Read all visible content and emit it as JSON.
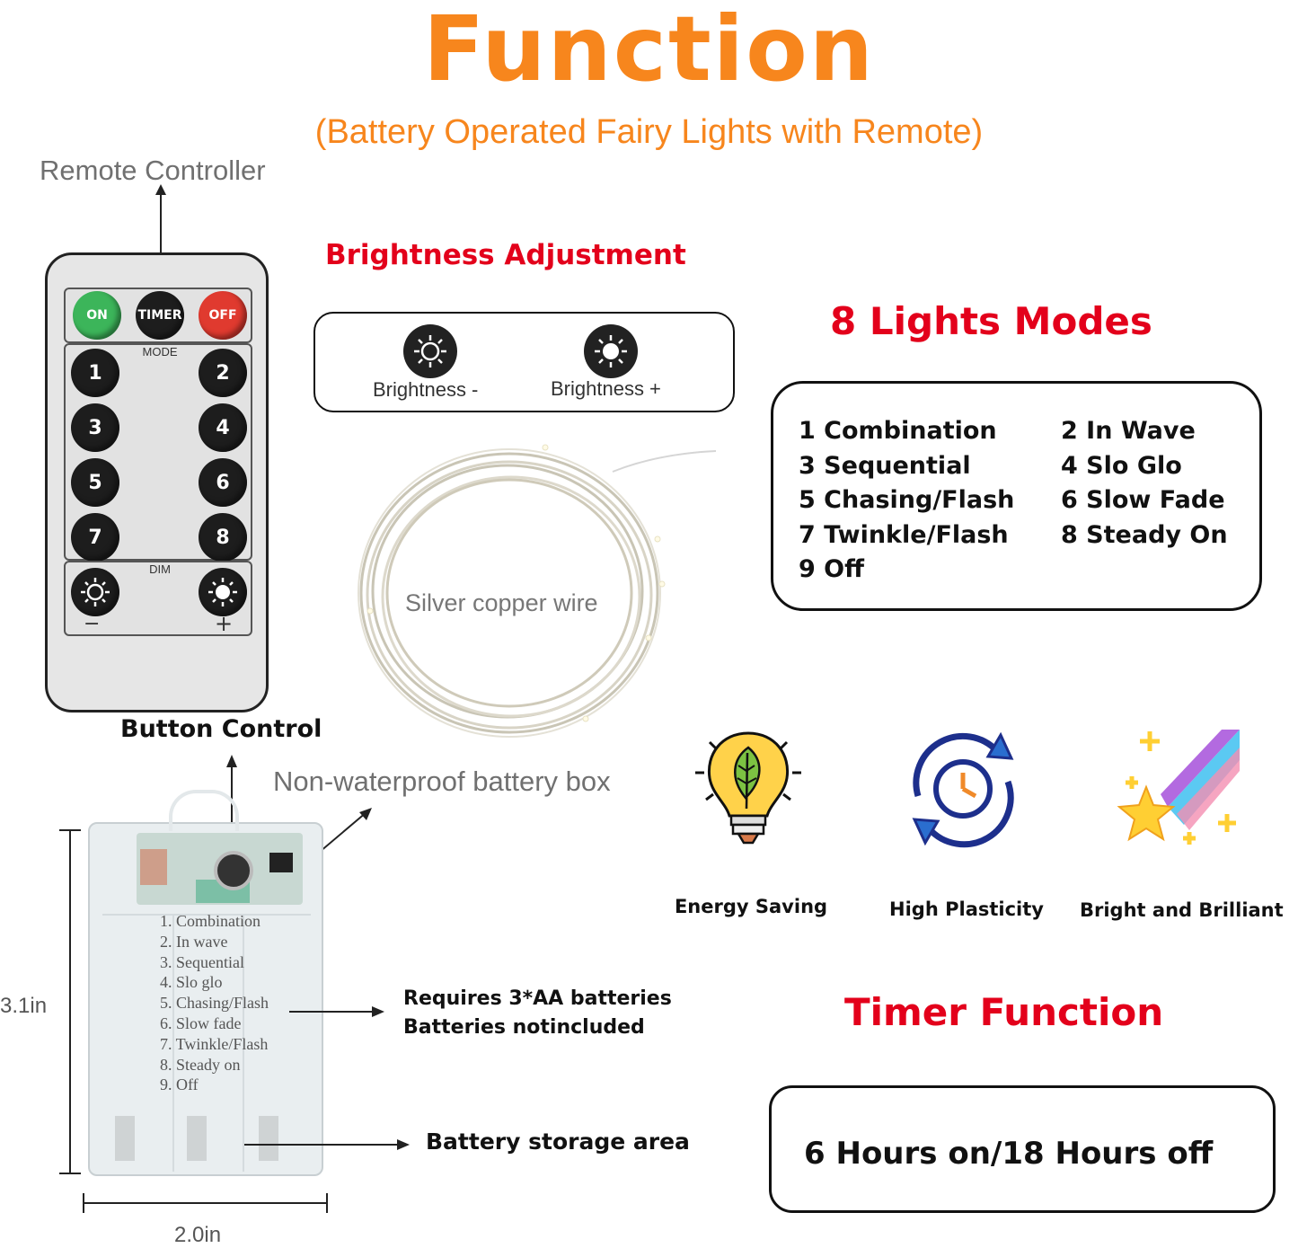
{
  "header": {
    "title": "Function",
    "subtitle": "(Battery Operated Fairy Lights with Remote)"
  },
  "remote": {
    "label": "Remote Controller",
    "buttons": {
      "on": "ON",
      "timer": "TIMER",
      "off": "OFF"
    },
    "mode_label": "MODE",
    "numbers": [
      "1",
      "2",
      "3",
      "4",
      "5",
      "6",
      "7",
      "8"
    ],
    "dim_label": "DIM",
    "minus": "−",
    "plus": "+"
  },
  "brightness": {
    "heading": "Brightness Adjustment",
    "minus_label": "Brightness -",
    "plus_label": "Brightness +"
  },
  "wire_label": "Silver copper wire",
  "modes": {
    "heading": "8 Lights Modes",
    "items": [
      "1 Combination",
      "2 In Wave",
      "3 Sequential",
      "4 Slo Glo",
      "5 Chasing/Flash",
      "6 Slow Fade",
      "7 Twinkle/Flash",
      "8 Steady On",
      "9 Off"
    ]
  },
  "battery": {
    "button_label": "Button Control",
    "box_label": "Non-waterproof battery box",
    "list": [
      "1. Combination",
      "2. In wave",
      "3. Sequential",
      "4. Slo glo",
      "5. Chasing/Flash",
      "6. Slow fade",
      "7. Twinkle/Flash",
      "8. Steady on",
      "9. Off"
    ],
    "height": "3.1in",
    "width": "2.0in",
    "requires_line1": "Requires 3*AA batteries",
    "requires_line2": "Batteries notincluded",
    "storage_label": "Battery storage area"
  },
  "features": [
    {
      "label": "Energy Saving",
      "icon": "lightbulb-leaf-icon"
    },
    {
      "label": "High Plasticity",
      "icon": "clock-cycle-icon"
    },
    {
      "label": "Bright and Brilliant",
      "icon": "shooting-star-icon"
    }
  ],
  "timer": {
    "heading": "Timer Function",
    "text": "6 Hours on/18 Hours off"
  },
  "colors": {
    "orange": "#f7861d",
    "red": "#e3001b",
    "on_green": "#3cb55a",
    "off_red": "#e03a2f"
  }
}
